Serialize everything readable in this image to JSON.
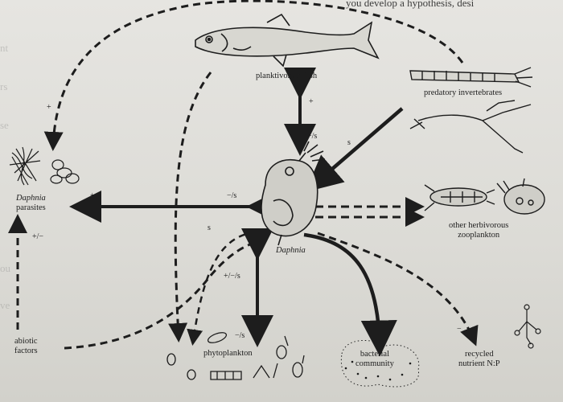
{
  "nodes": {
    "fish": "planktivorous fish",
    "predatory": "predatory invertebrates",
    "daphnia_center": "Daphnia",
    "parasites_line1": "Daphnia",
    "parasites_line2": "parasites",
    "abiotic_line1": "abiotic",
    "abiotic_line2": "factors",
    "phytoplankton": "phytoplankton",
    "bacterial_line1": "bacterial",
    "bacterial_line2": "community",
    "zoo_line1": "other herbivorous",
    "zoo_line2": "zooplankton",
    "nutrient_line1": "recycled",
    "nutrient_line2": "nutrient N:P"
  },
  "edge_labels": {
    "fish_daphnia_plus": "+",
    "fish_daphnia_minus": "−/s",
    "parasites_daphnia_plus": "+",
    "parasites_daphnia_minus": "−/s",
    "predatory_s": "s",
    "left_plus": "+",
    "parasite_s": "s",
    "abiotic_parasites": "+/−",
    "daphnia_phyto": "+/−/s",
    "phyto_plus": "+",
    "phyto_minus": "−/s",
    "nutrient_minus": "−"
  },
  "bleed_text": {
    "top": "you develop a hypothesis, desi",
    "left_lines": [
      "nt",
      "rs",
      "se",
      "ou",
      "ve"
    ]
  }
}
